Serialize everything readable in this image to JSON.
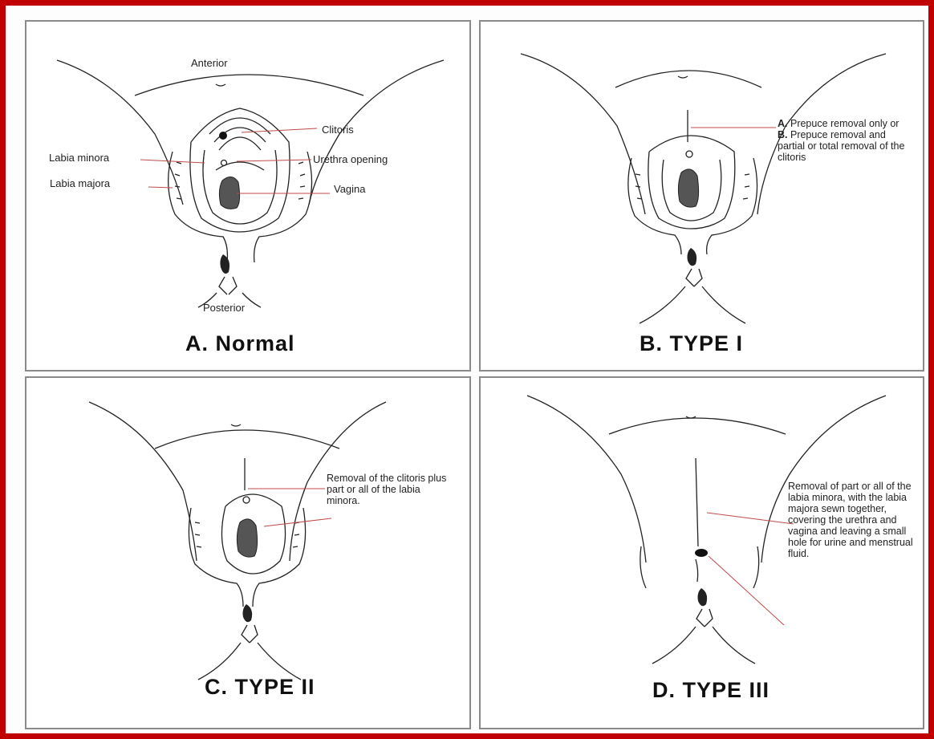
{
  "panels": {
    "a": {
      "title": "A. Normal",
      "labels": {
        "anterior": "Anterior",
        "posterior": "Posterior",
        "clitoris": "Clitoris",
        "labia_minora": "Labia minora",
        "urethra": "Urethra  opening",
        "labia_majora": "Labia majora",
        "vagina": "Vagina"
      }
    },
    "b": {
      "title": "B. TYPE I",
      "annotation": {
        "a_prefix": "A.",
        "a_text": "Prepuce removal only or",
        "b_prefix": "B.",
        "b_text": "Prepuce removal and partial or total removal of the clitoris"
      }
    },
    "c": {
      "title": "C. TYPE II",
      "annotation": "Removal of the clitoris plus part or all of the labia minora."
    },
    "d": {
      "title": "D. TYPE III",
      "annotation": "Removal of part or all of the labia minora, with the labia majora sewn together, covering the urethra and vagina and leaving a small hole for urine and menstrual fluid."
    }
  },
  "colors": {
    "frame": "#c00000",
    "leader_lines": "#c04a4a",
    "panel_border": "#8a8a8a"
  }
}
